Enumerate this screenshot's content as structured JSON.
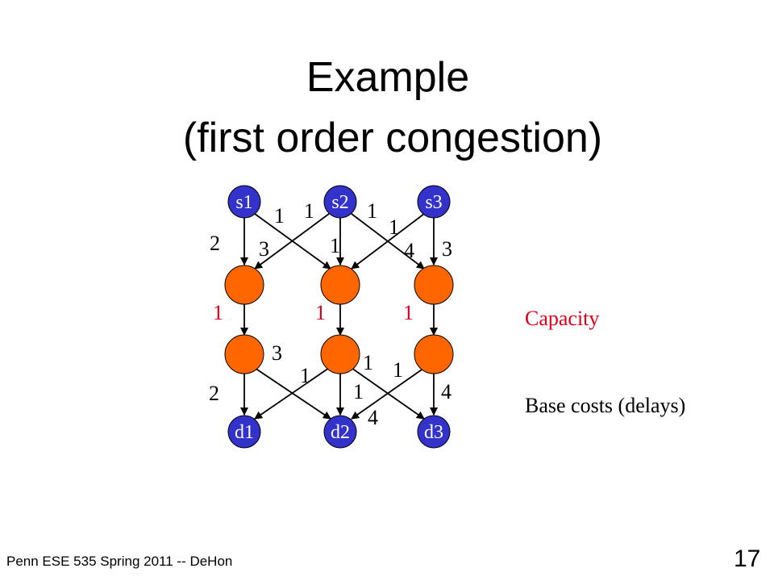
{
  "title": {
    "line1": "Example",
    "line2": "(first order congestion)"
  },
  "diagram": {
    "sources": [
      "s1",
      "s2",
      "s3"
    ],
    "destinations": [
      "d1",
      "d2",
      "d3"
    ],
    "upper_edge_labels": [
      "1",
      "1",
      "1",
      "1",
      "2",
      "3",
      "1",
      "4",
      "3"
    ],
    "capacity_labels": [
      "1",
      "1",
      "1"
    ],
    "lower_edge_labels": [
      "3",
      "1",
      "1",
      "1",
      "2",
      "1",
      "4",
      "4"
    ],
    "colors": {
      "source_node": "#3333cc",
      "middle_node": "#ff6600",
      "capacity": "#e0001b",
      "edge": "#000000"
    }
  },
  "legend": {
    "capacity": "Capacity",
    "base_costs": "Base costs (delays)"
  },
  "footer": "Penn ESE 535 Spring 2011 -- DeHon",
  "page_number": "17"
}
